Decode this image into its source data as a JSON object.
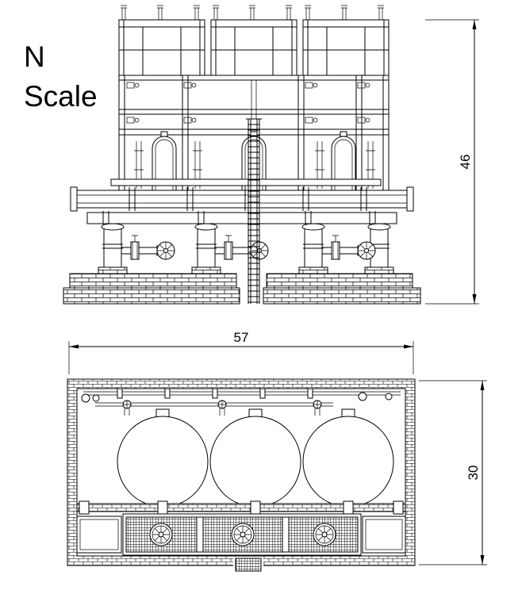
{
  "title": {
    "line1": "N",
    "line2": "Scale"
  },
  "dimensions": {
    "front_height": "46",
    "plan_width": "57",
    "plan_depth": "30"
  },
  "views": {
    "front": "front-elevation",
    "plan": "plan-view"
  },
  "colors": {
    "line": "#000000",
    "background": "#ffffff"
  }
}
